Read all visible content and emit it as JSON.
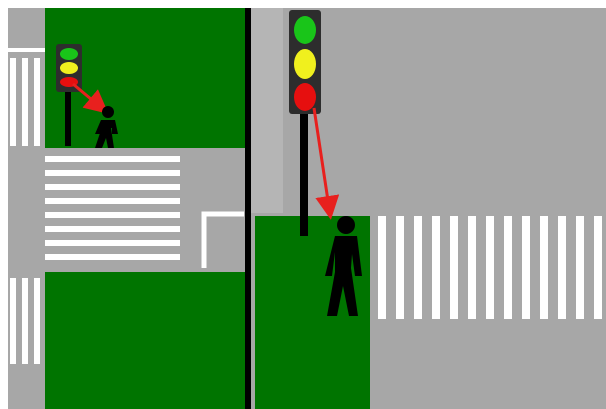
{
  "colors": {
    "road": "#a7a7a7",
    "grass": "#007400",
    "stripe": "#ffffff",
    "divider": "#000000",
    "arrow": "#e8201e",
    "light_green": "#19c519",
    "light_yellow": "#f0f01e",
    "light_red": "#e60f0f",
    "light_housing": "#2d2d2d",
    "pole": "#000000",
    "figure": "#000000"
  },
  "panels": [
    {
      "id": "left",
      "signal_lit": [
        "green",
        "yellow",
        "red"
      ],
      "pedestrian": "walking"
    },
    {
      "id": "right",
      "signal_lit": [
        "green",
        "yellow",
        "red"
      ],
      "pedestrian": "walking"
    }
  ]
}
